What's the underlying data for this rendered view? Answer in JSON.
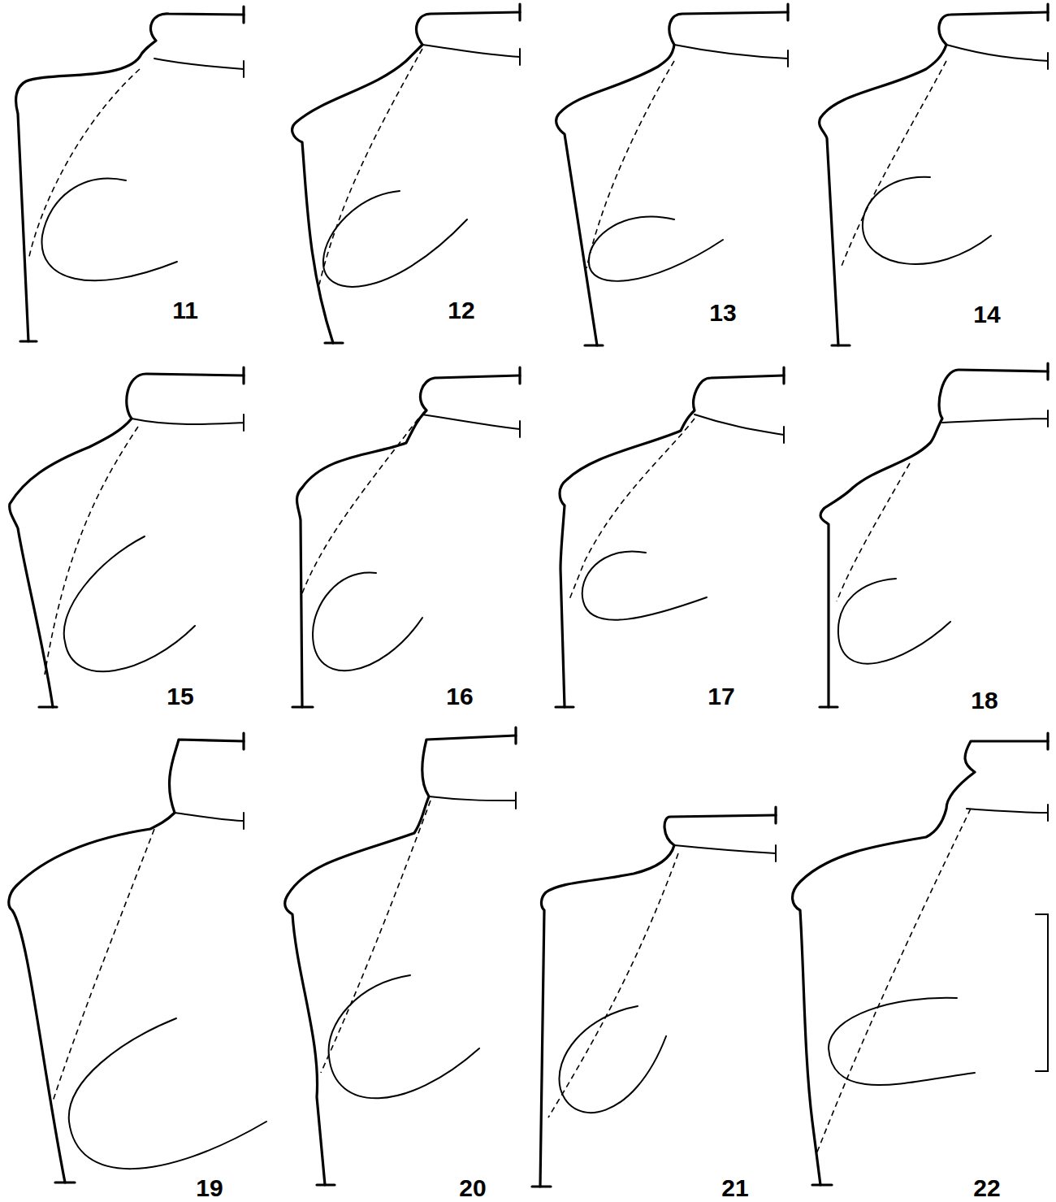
{
  "diagram": {
    "labels": [
      "11",
      "12",
      "13",
      "14",
      "15",
      "16",
      "17",
      "18",
      "19",
      "20",
      "21",
      "22"
    ]
  }
}
